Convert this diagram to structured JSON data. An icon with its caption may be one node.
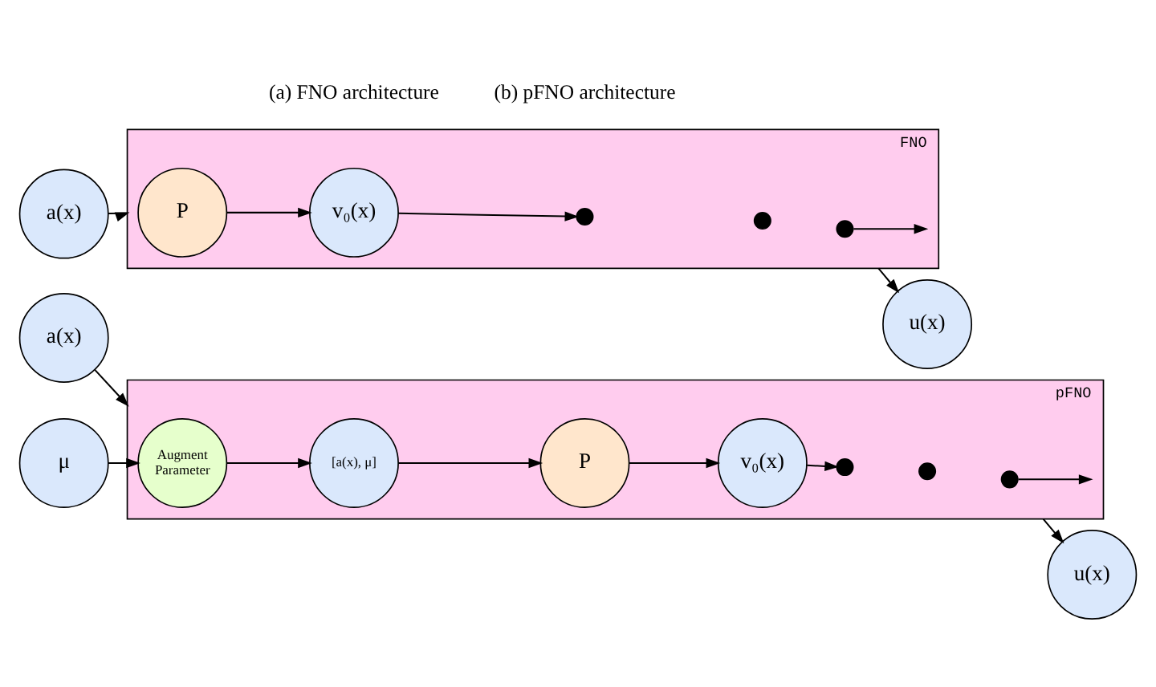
{
  "diagram": {
    "nodes": [
      {
        "text": [
          "a(x)"
        ]
      },
      {
        "text": [
          "FNO"
        ]
      },
      {
        "text": [
          "P"
        ],
        "in": 1
      },
      {
        "text": [
          "v₀(x)"
        ],
        "in": 1
      },
      {
        "text": [],
        "shape": "circle",
        "in": 1
      },
      {
        "text": [],
        "shape": "circle",
        "in": 1
      },
      {
        "text": [],
        "shape": "circle",
        "in": 1
      },
      {
        "text": [
          "u(x)"
        ]
      },
      {
        "text": [
          "a(x)"
        ]
      },
      {
        "text": [
          "pFNO"
        ]
      },
      {
        "text": [
          "Augment Parameter"
        ],
        "in": 9
      },
      {
        "text": [
          "[a(x), μ]"
        ],
        "in": 9
      },
      {
        "text": [
          "P"
        ],
        "in": 9
      },
      {
        "text": [
          "v₀(x)"
        ],
        "in": 9
      },
      {
        "text": [],
        "shape": "circle",
        "in": 9
      },
      {
        "text": [],
        "shape": "circle",
        "in": 9
      },
      {
        "text": [],
        "shape": "circle",
        "in": 9
      },
      {
        "text": [
          "u(x)"
        ]
      },
      {
        "text": [
          "μ"
        ]
      }
    ],
    "edges": [
      {
        "from": 0,
        "to": 1,
        "arrow": "to"
      },
      {
        "from": 2,
        "to": 3,
        "arrow": "to"
      },
      {
        "from": 3,
        "to": 4,
        "arrow": "to"
      },
      {
        "from": 6,
        "to": null,
        "arrow": "to"
      },
      {
        "from": 1,
        "to": 7,
        "arrow": "to"
      },
      {
        "from": 8,
        "to": 9,
        "arrow": "to"
      },
      {
        "from": 10,
        "to": 11,
        "arrow": "to"
      },
      {
        "from": 11,
        "to": 12,
        "arrow": "to"
      },
      {
        "from": 12,
        "to": 13,
        "arrow": "to"
      },
      {
        "from": 13,
        "to": 14,
        "arrow": "to"
      },
      {
        "from": 16,
        "to": null,
        "arrow": "to"
      },
      {
        "from": 9,
        "to": 17,
        "arrow": "to"
      },
      {
        "from": 18,
        "to": 10,
        "arrow": "to"
      }
    ],
    "labels": [
      "(a) FNO architecture",
      "(b) pFNO architecture"
    ]
  }
}
